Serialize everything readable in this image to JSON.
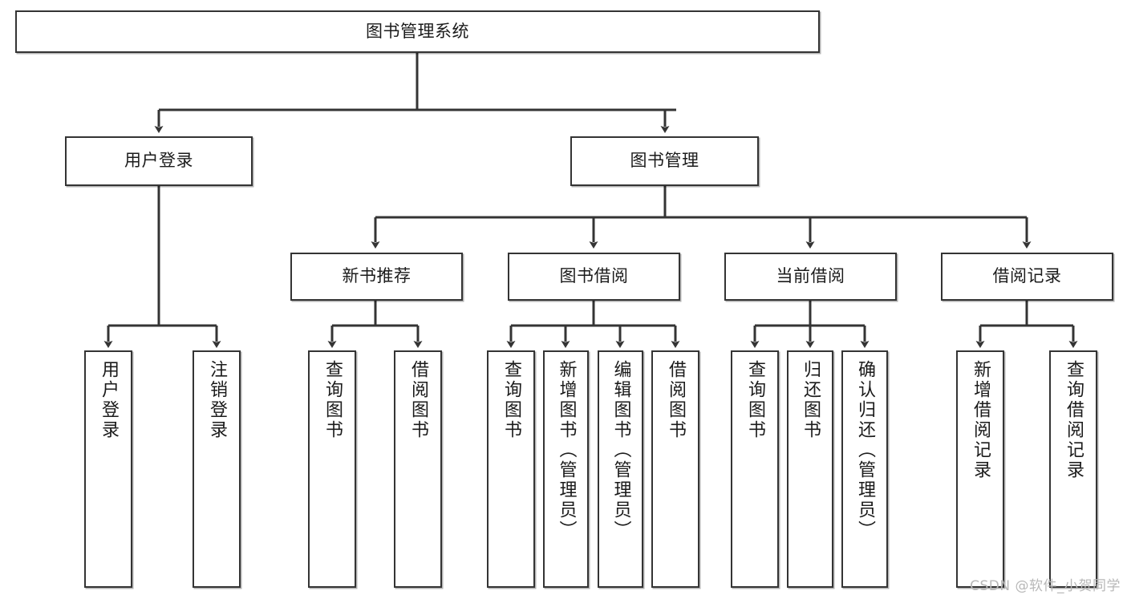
{
  "diagram": {
    "type": "tree-hierarchy",
    "title": "图书管理系统",
    "orientation": "top-down",
    "line_color": "#343434",
    "box_fill": "#ffffff",
    "text_color": "#1b1b1b",
    "nodes": {
      "root": {
        "label": "图书管理系统"
      },
      "level2": [
        {
          "label": "用户登录"
        },
        {
          "label": "图书管理"
        }
      ],
      "level3": [
        {
          "label": "新书推荐"
        },
        {
          "label": "图书借阅"
        },
        {
          "label": "当前借阅"
        },
        {
          "label": "借阅记录"
        }
      ],
      "leaves_user_login": [
        {
          "label": "用户登录"
        },
        {
          "label": "注销登录"
        }
      ],
      "leaves_new_book": [
        {
          "label": "查询图书"
        },
        {
          "label": "借阅图书"
        }
      ],
      "leaves_borrow": [
        {
          "label": "查询图书"
        },
        {
          "label": "新增图书（管理员）"
        },
        {
          "label": "编辑图书（管理员）"
        },
        {
          "label": "借阅图书"
        }
      ],
      "leaves_current": [
        {
          "label": "查询图书"
        },
        {
          "label": "归还图书"
        },
        {
          "label": "确认归还（管理员）"
        }
      ],
      "leaves_record": [
        {
          "label": "新增借阅记录"
        },
        {
          "label": "查询借阅记录"
        }
      ]
    }
  },
  "watermark": {
    "text": "CSDN @软件_小贺同学"
  }
}
